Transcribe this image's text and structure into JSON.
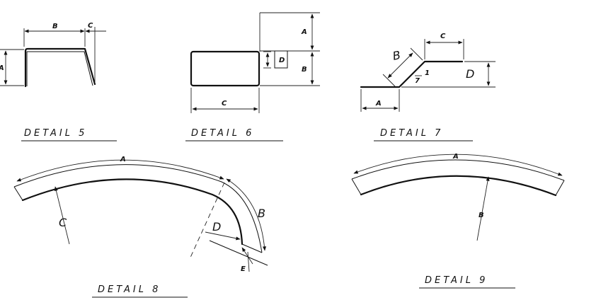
{
  "details": [
    {
      "title": "DETAIL 5",
      "dims": {
        "b": "B",
        "c": "C",
        "a": "A"
      }
    },
    {
      "title": "DETAIL 6",
      "dims": {
        "a": "A",
        "b": "B",
        "c": "C",
        "d": "D"
      }
    },
    {
      "title": "DETAIL 7",
      "dims": {
        "a": "A",
        "b": "B",
        "c": "C",
        "d": "D",
        "angle_mark": "1",
        "angle_mark2": "7"
      }
    },
    {
      "title": "DETAIL 8",
      "dims": {
        "a": "A",
        "b": "B",
        "c": "C",
        "d": "D",
        "e": "E"
      }
    },
    {
      "title": "DETAIL 9",
      "dims": {
        "a": "A",
        "b": "B"
      }
    }
  ]
}
